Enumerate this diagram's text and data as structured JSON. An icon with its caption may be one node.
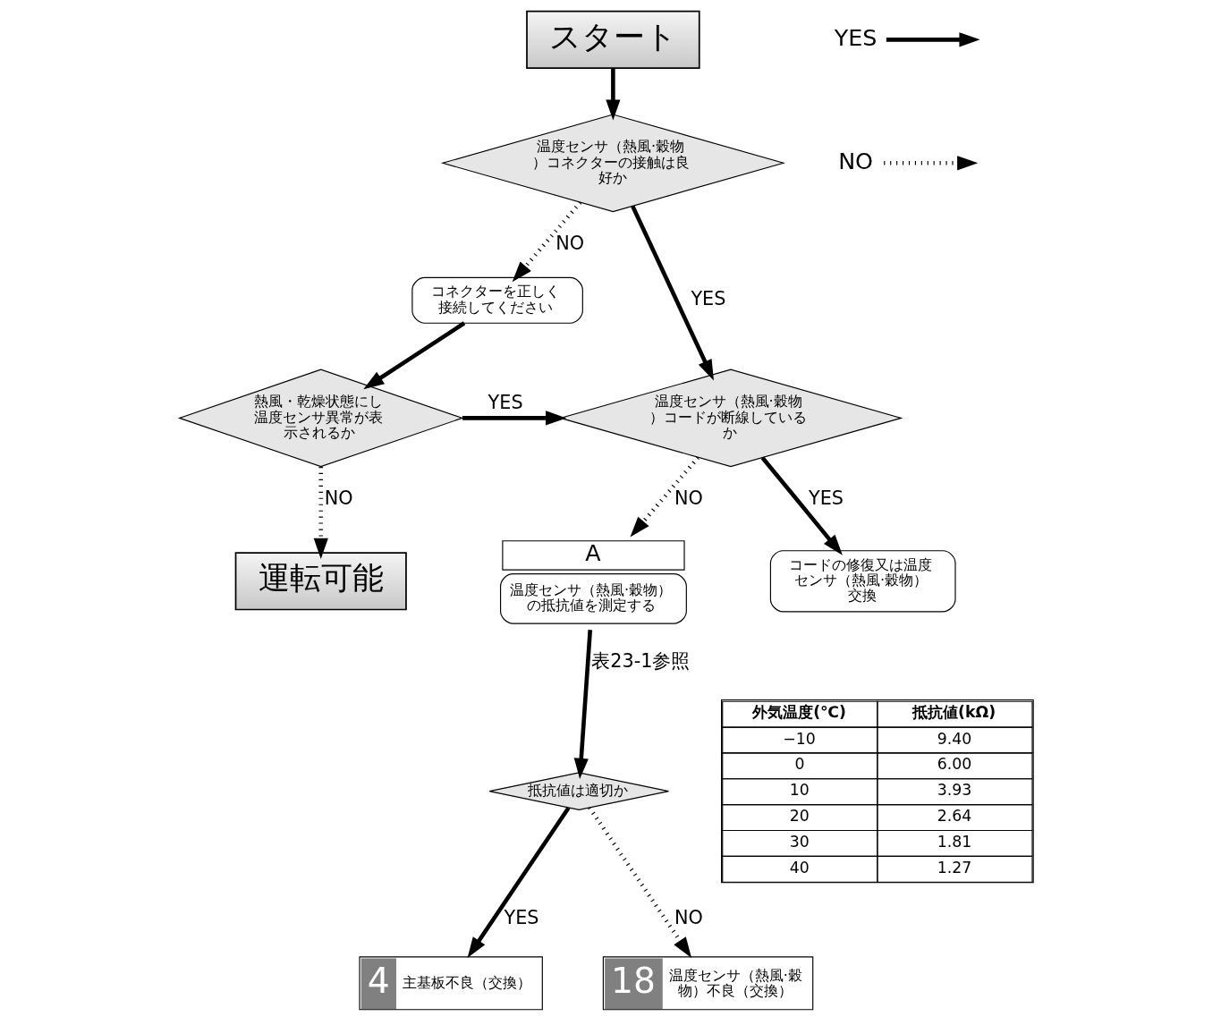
{
  "diagram": {
    "nodes": [
      {
        "text": [
          "スタート"
        ]
      },
      {
        "text": [
          "温度センサ（熱風·穀物）コネクターの接触は良好か"
        ]
      },
      {
        "text": [
          "コネクターを正しく接続してください"
        ]
      },
      {
        "text": [
          "熱風・乾燥状態にし温度センサ異常が表示されるか"
        ]
      },
      {
        "text": [
          "運転可能"
        ]
      },
      {
        "text": [
          "温度センサ（熱風·穀物）コードが断線しているか"
        ]
      },
      {
        "text": [
          "温度センサ（熱風·穀物）の抵抗値を測定する"
        ],
        "beside": [
          "A"
        ]
      },
      {
        "text": [
          "コードの修復又は温度センサ（熱風·穀物）交換"
        ]
      },
      {
        "text": [
          "抵抗値は適切か"
        ]
      },
      {
        "text": [
          "4",
          "主基板不良（交換）"
        ]
      },
      {
        "text": [
          "18",
          "温度センサ（熱風·穀物）不良（交換）"
        ]
      }
    ],
    "edges": [
      {
        "from": 0,
        "to": 1,
        "arrow": "to"
      },
      {
        "from": 1,
        "to": 2,
        "arrow": "to",
        "label": "NO",
        "style": "dashed"
      },
      {
        "from": 1,
        "to": 5,
        "arrow": "to",
        "label": "YES"
      },
      {
        "from": 2,
        "to": 3,
        "arrow": "to"
      },
      {
        "from": 3,
        "to": 5,
        "arrow": "to",
        "label": "YES"
      },
      {
        "from": 3,
        "to": 4,
        "arrow": "to",
        "label": "NO",
        "style": "dashed"
      },
      {
        "from": 5,
        "to": 6,
        "arrow": "to",
        "label": "NO",
        "style": "dashed"
      },
      {
        "from": 5,
        "to": 7,
        "arrow": "to",
        "label": "YES"
      },
      {
        "from": 6,
        "to": 8,
        "arrow": "to",
        "label": "表23-1参照"
      },
      {
        "from": 8,
        "to": 9,
        "arrow": "to",
        "label": "YES"
      },
      {
        "from": 8,
        "to": 10,
        "arrow": "to",
        "label": "NO",
        "style": "dashed"
      }
    ],
    "labels": [
      "外気温度(℃)",
      "抵抗値(kΩ)",
      "−10",
      "9.40",
      "0",
      "6.00",
      "10",
      "3.93",
      "20",
      "2.64",
      "30",
      "1.81",
      "40",
      "1.27"
    ],
    "legend": [
      {
        "text": "YES"
      },
      {
        "text": "NO"
      }
    ]
  }
}
